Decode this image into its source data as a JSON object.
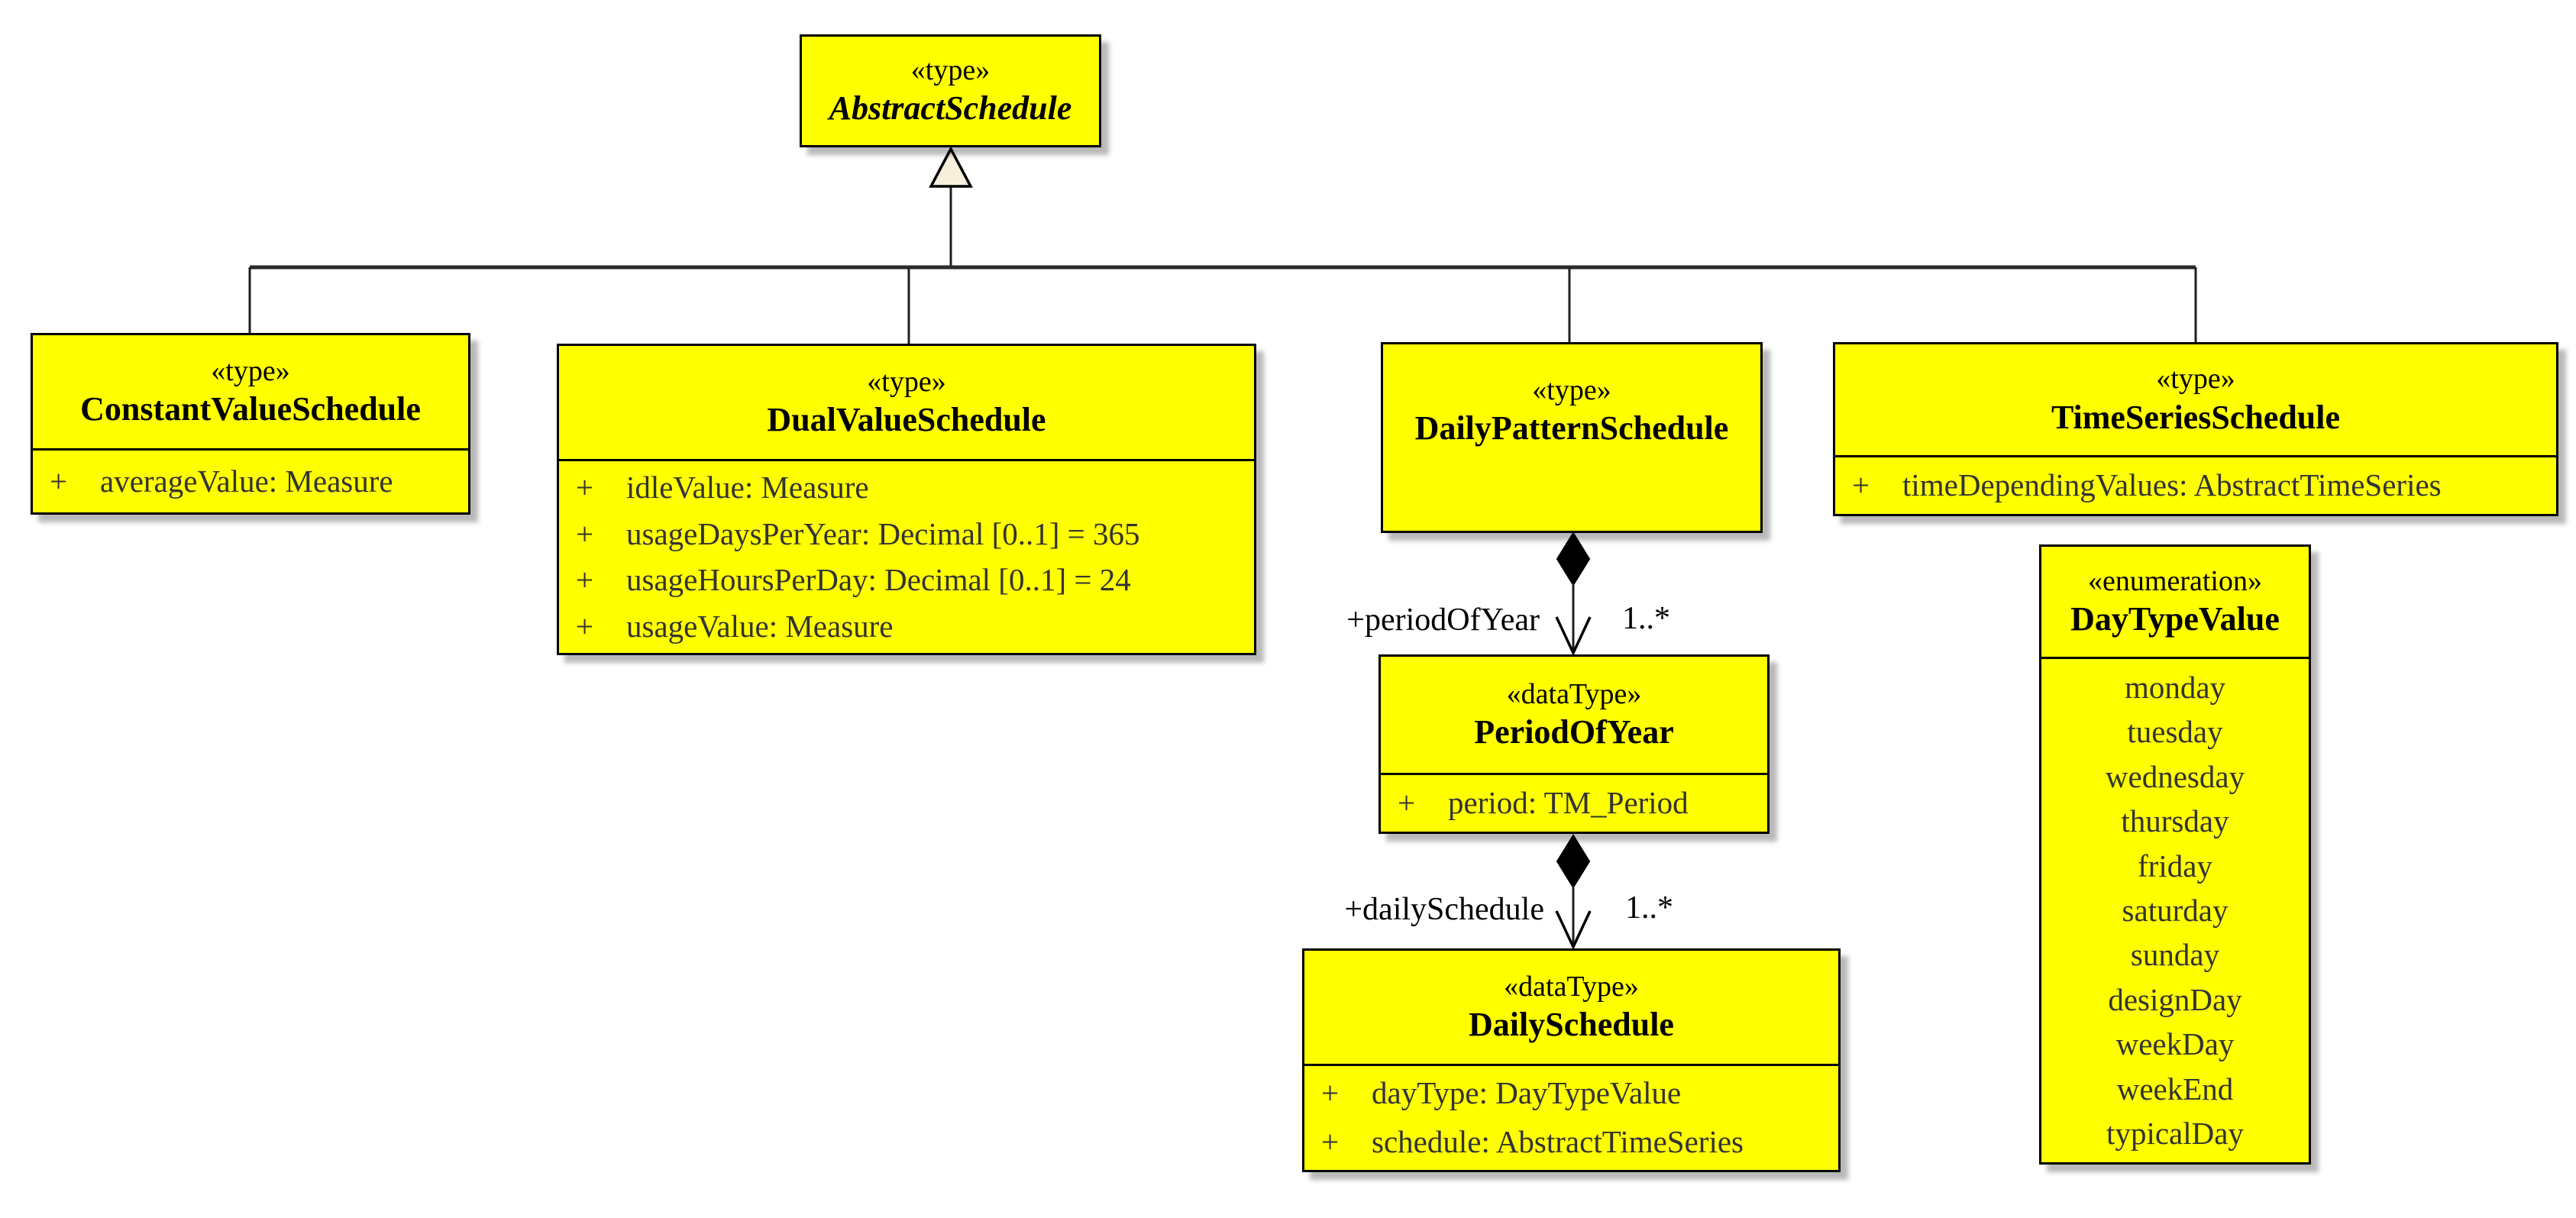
{
  "colors": {
    "class_fill": "#ffff00",
    "border": "#000000",
    "attribute_text": "#333333",
    "generalization_triangle_fill": "#f7efdc",
    "background": "#ffffff"
  },
  "classes": {
    "abstract_schedule": {
      "stereotype": "«type»",
      "name": "AbstractSchedule"
    },
    "constant_value_schedule": {
      "stereotype": "«type»",
      "name": "ConstantValueSchedule",
      "attributes": [
        {
          "visibility": "+",
          "signature": "averageValue: Measure"
        }
      ]
    },
    "dual_value_schedule": {
      "stereotype": "«type»",
      "name": "DualValueSchedule",
      "attributes": [
        {
          "visibility": "+",
          "signature": "idleValue: Measure"
        },
        {
          "visibility": "+",
          "signature": "usageDaysPerYear: Decimal [0..1] = 365"
        },
        {
          "visibility": "+",
          "signature": "usageHoursPerDay: Decimal [0..1] = 24"
        },
        {
          "visibility": "+",
          "signature": "usageValue: Measure"
        }
      ]
    },
    "daily_pattern_schedule": {
      "stereotype": "«type»",
      "name": "DailyPatternSchedule"
    },
    "time_series_schedule": {
      "stereotype": "«type»",
      "name": "TimeSeriesSchedule",
      "attributes": [
        {
          "visibility": "+",
          "signature": "timeDependingValues: AbstractTimeSeries"
        }
      ]
    },
    "period_of_year": {
      "stereotype": "«dataType»",
      "name": "PeriodOfYear",
      "attributes": [
        {
          "visibility": "+",
          "signature": "period: TM_Period"
        }
      ]
    },
    "daily_schedule": {
      "stereotype": "«dataType»",
      "name": "DailySchedule",
      "attributes": [
        {
          "visibility": "+",
          "signature": "dayType: DayTypeValue"
        },
        {
          "visibility": "+",
          "signature": "schedule: AbstractTimeSeries"
        }
      ]
    },
    "day_type_value": {
      "stereotype": "«enumeration»",
      "name": "DayTypeValue",
      "literals": [
        "monday",
        "tuesday",
        "wednesday",
        "thursday",
        "friday",
        "saturday",
        "sunday",
        "designDay",
        "weekDay",
        "weekEnd",
        "typicalDay"
      ]
    }
  },
  "associations": {
    "period_of_year": {
      "role": "+periodOfYear",
      "multiplicity": "1..*"
    },
    "daily_schedule": {
      "role": "+dailySchedule",
      "multiplicity": "1..*"
    }
  }
}
